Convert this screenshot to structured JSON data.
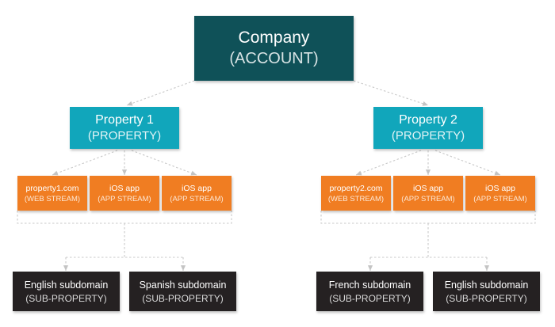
{
  "account": {
    "name": "Company",
    "type": "(ACCOUNT)"
  },
  "properties": [
    {
      "name": "Property 1",
      "type": "(PROPERTY)",
      "streams": [
        {
          "name": "property1.com",
          "type": "(WEB STREAM)"
        },
        {
          "name": "iOS app",
          "type": "(APP STREAM)"
        },
        {
          "name": "iOS app",
          "type": "(APP STREAM)"
        }
      ],
      "sub_properties": [
        {
          "name": "English subdomain",
          "type": "(SUB-PROPERTY)"
        },
        {
          "name": "Spanish subdomain",
          "type": "(SUB-PROPERTY)"
        }
      ]
    },
    {
      "name": "Property 2",
      "type": "(PROPERTY)",
      "streams": [
        {
          "name": "property2.com",
          "type": "(WEB STREAM)"
        },
        {
          "name": "iOS app",
          "type": "(APP STREAM)"
        },
        {
          "name": "iOS app",
          "type": "(APP STREAM)"
        }
      ],
      "sub_properties": [
        {
          "name": "French subdomain",
          "type": "(SUB-PROPERTY)"
        },
        {
          "name": "English subdomain",
          "type": "(SUB-PROPERTY)"
        }
      ]
    }
  ],
  "colors": {
    "account": "#0f5158",
    "property": "#11a6bb",
    "stream": "#f07d22",
    "sub_property": "#252122",
    "connector": "#c8c8c8"
  }
}
